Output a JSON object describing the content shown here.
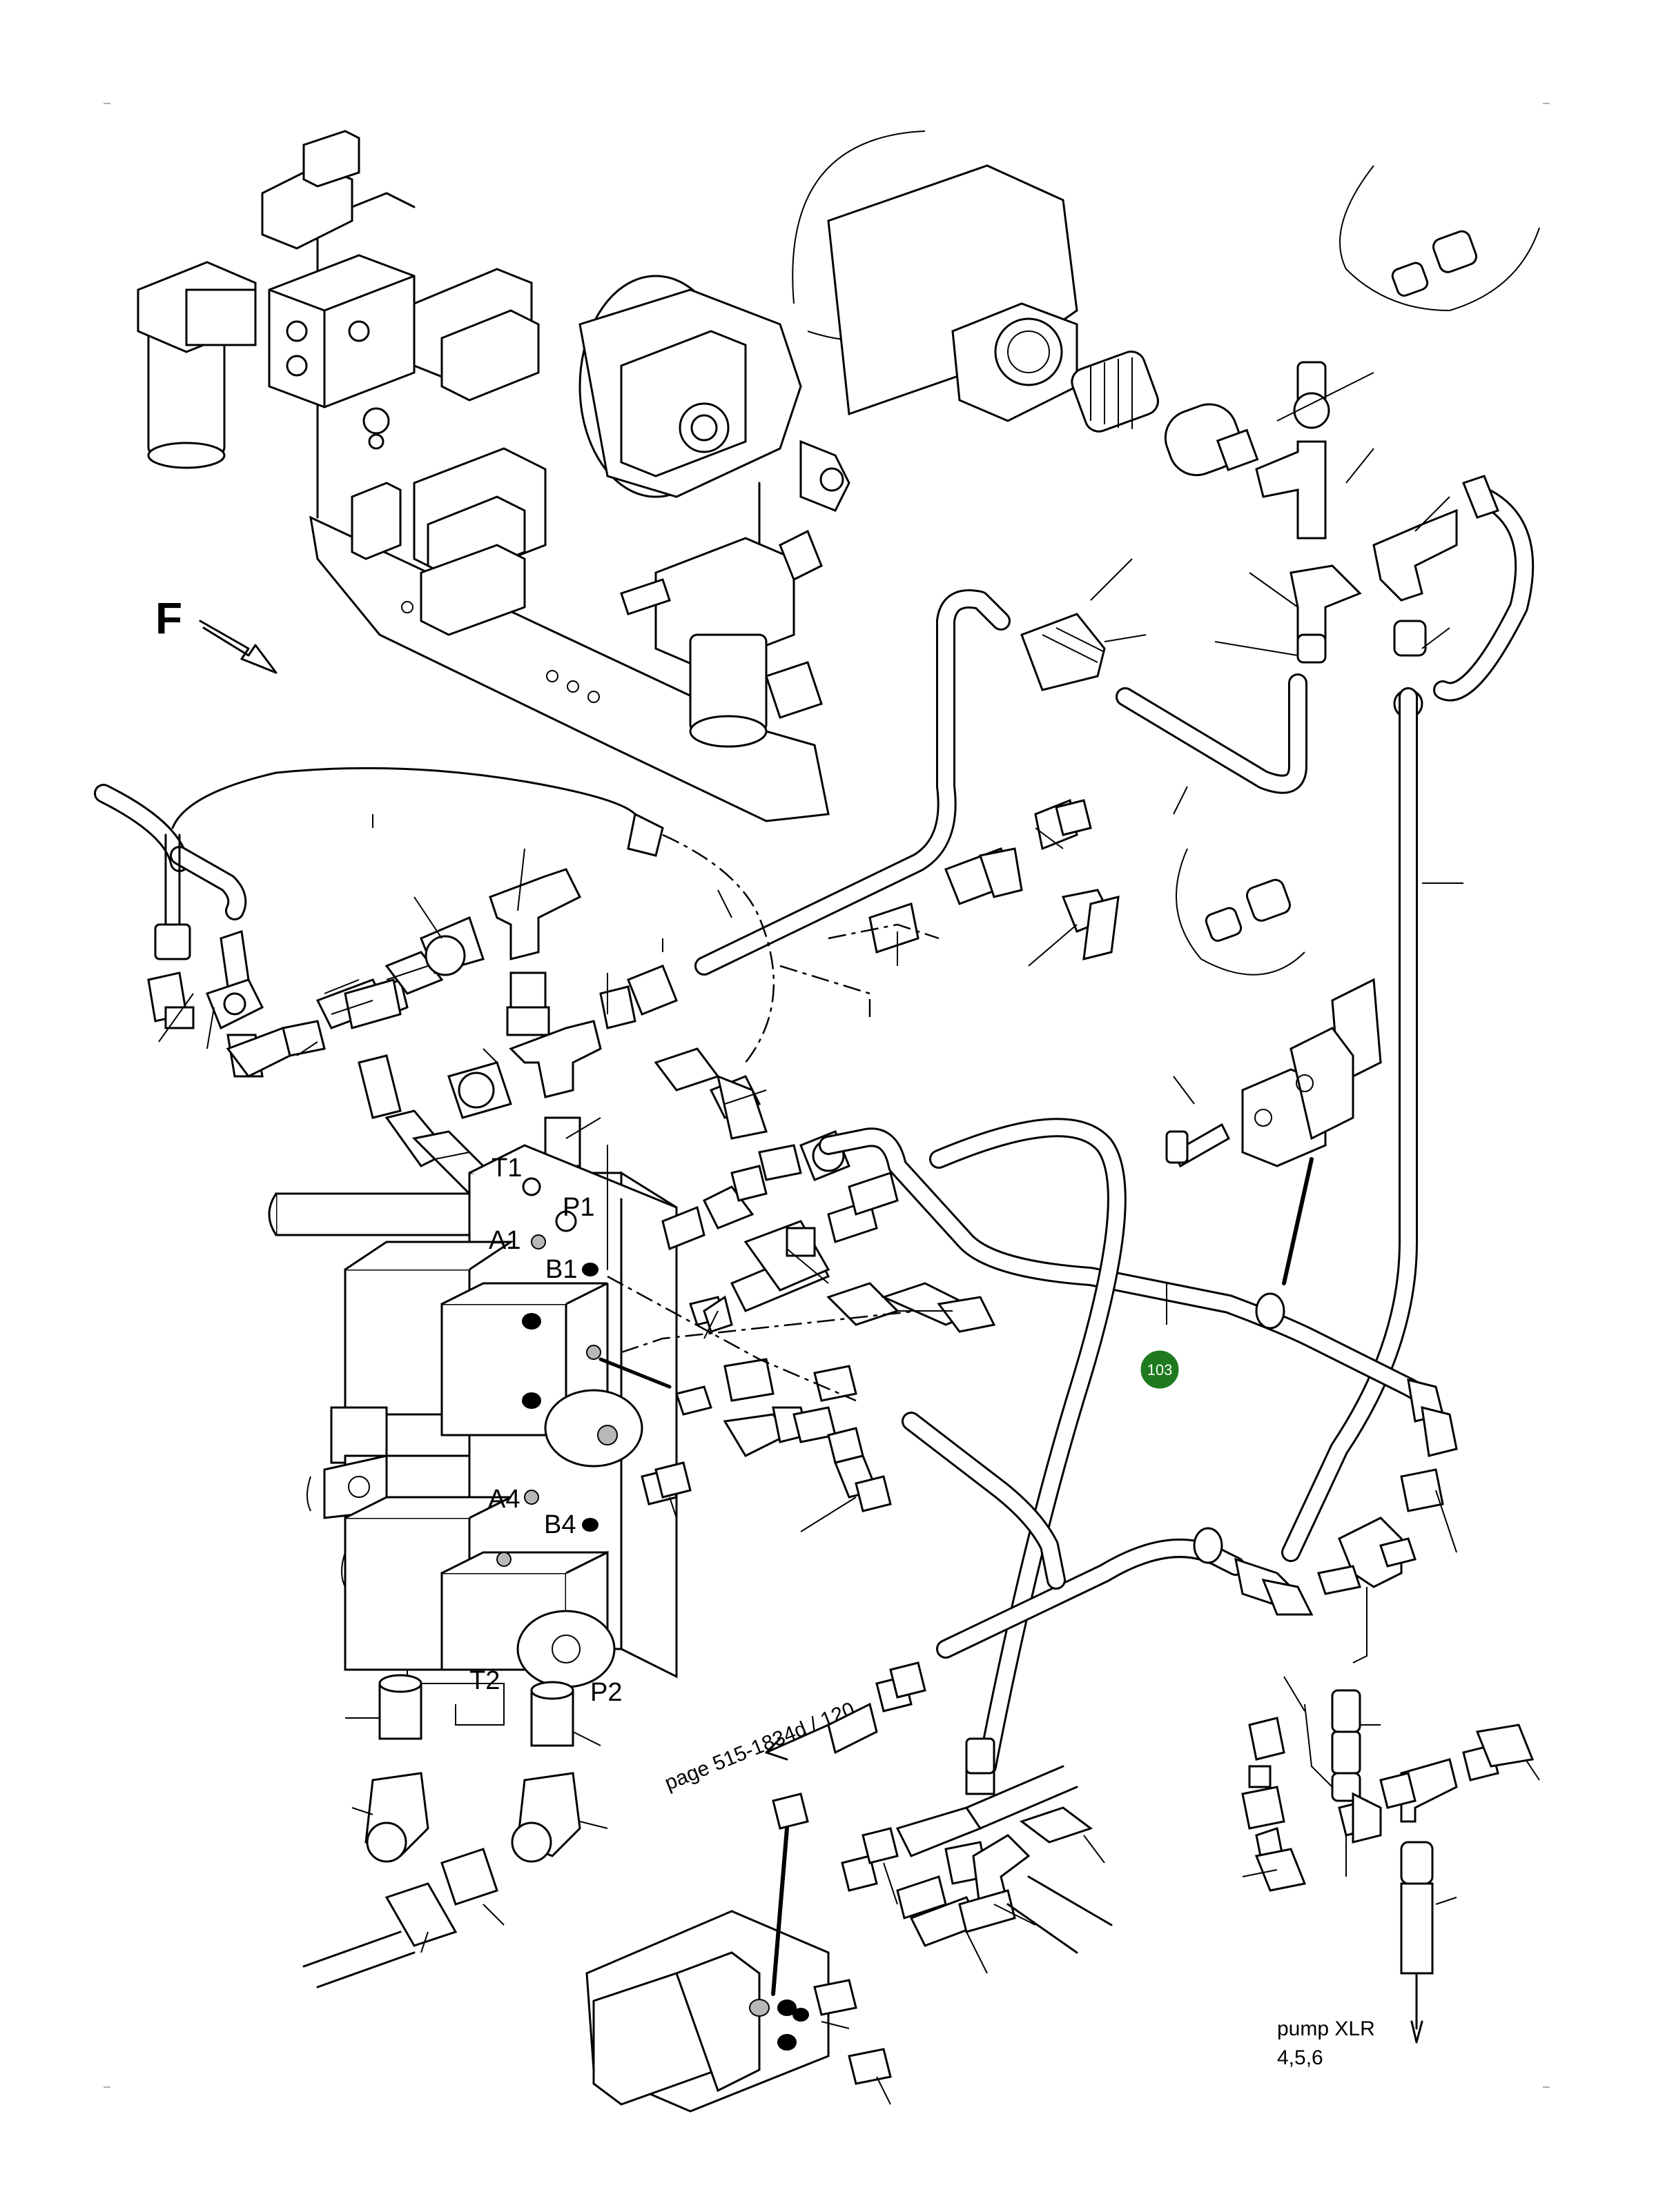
{
  "diagram": {
    "kind": "hydraulic parts exploded view",
    "direction_label": "F",
    "port_labels": [
      "T1",
      "P1",
      "A1",
      "B1",
      "A4",
      "B4",
      "T2",
      "P2"
    ],
    "reference_text": "page 515-1834d / 120",
    "badge": {
      "number": "103",
      "color": "#1f7a1f"
    },
    "pump_note": {
      "line1": "pump XLR",
      "line2": "4,5,6"
    },
    "colors": {
      "line": "#000000",
      "background": "#ffffff",
      "badge": "#1f7a1f"
    }
  }
}
